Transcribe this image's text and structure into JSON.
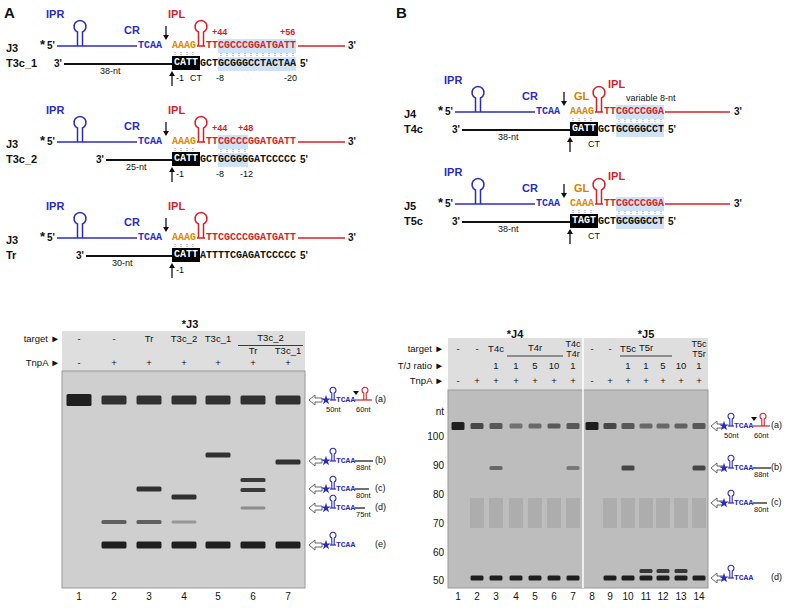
{
  "diagram": {
    "nodes": [
      {
        "text": [
          "CATT"
        ]
      },
      {
        "text": [
          "CATT"
        ]
      },
      {
        "text": [
          "CATT"
        ]
      },
      {
        "text": [
          "GATT"
        ]
      },
      {
        "text": [
          "TAGT"
        ]
      }
    ],
    "labels": [
      "A",
      "J3",
      "T3c_1",
      "IPR",
      "CR",
      "IPL",
      "+44",
      "+56",
      "*",
      "5'",
      "TCAA",
      "AAAG",
      "TTCGCCCGGATGATT",
      "3'",
      "3'",
      "38-nt",
      "GCT",
      "GCGGGCCTACTAA",
      "5'",
      "-1",
      "CT",
      "-8",
      "-20",
      "J3",
      "T3c_2",
      "IPR",
      "CR",
      "IPL",
      "+44",
      "+48",
      "*",
      "5'",
      "TCAA",
      "AAAG",
      "TTCGCCCGGATGATT",
      "3'",
      "3'",
      "25-nt",
      "GCT",
      "GCGGG",
      "GATCCCCC",
      "5'",
      "-1",
      "-8",
      "-12",
      "J3",
      "Tr",
      "IPR",
      "CR",
      "IPL",
      "*",
      "5'",
      "TCAA",
      "AAAG",
      "TTCGCCCGGATGATT",
      "3'",
      "3'",
      "30-nt",
      "ATTTTCGAGATCCCCC",
      "5'",
      "-1",
      "B",
      "J4",
      "T4c",
      "IPR",
      "CR",
      "GL",
      "IPL",
      "variable 8-nt",
      "*",
      "5'",
      "TCAA",
      "AAAG",
      "TTCGCCCGGA",
      "3'",
      "3'",
      "38-nt",
      "GCTGCGGGCCT",
      "5'",
      "CT",
      "J5",
      "T5c",
      "IPR",
      "CR",
      "GL",
      "IPL",
      "*",
      "5'",
      "TCAA",
      "CAAA",
      "TTCGCCCGGA",
      "3'",
      "3'",
      "38-nt",
      "GCTGCGGGCCT",
      "5'",
      "CT",
      "*J3",
      "target ►",
      "TnpA ►",
      "-",
      "-",
      "Tr",
      "T3c_2",
      "T3c_1",
      "T3c_2",
      "Tr",
      "T3c_1",
      "-",
      "+",
      "+",
      "+",
      "+",
      "+",
      "+",
      "1",
      "2",
      "3",
      "4",
      "5",
      "6",
      "7",
      "TCAA",
      "50nt",
      "60nt",
      "(a)",
      "TCAA",
      "88nt",
      "(b)",
      "TCAA",
      "80nt",
      "(c)",
      "TCAA",
      "75nt",
      "(d)",
      "TCAA",
      "(e)",
      "*J4",
      "*J5",
      "target ►",
      "T/J ratio ►",
      "TnpA ►",
      "nt",
      "100",
      "90",
      "80",
      "70",
      "60",
      "50",
      "-",
      "-",
      "T4c",
      "T4r",
      "T4c T4r",
      "-",
      "-",
      "T5c",
      "T5r",
      "T5c T5r",
      "1",
      "1",
      "5",
      "10",
      "1",
      "1",
      "1",
      "5",
      "10",
      "1",
      "-",
      "+",
      "+",
      "+",
      "+",
      "+",
      "+",
      "-",
      "+",
      "+",
      "+",
      "+",
      "+",
      "+",
      "1",
      "2",
      "3",
      "4",
      "5",
      "6",
      "7",
      "8",
      "9",
      "10",
      "11",
      "12",
      "13",
      "14",
      "TCAA",
      "50nt",
      "60nt",
      "(a)",
      "TCAA",
      "88nt",
      "(b)",
      "TCAA",
      "80nt",
      "(c)",
      "TCAA",
      "(d)"
    ]
  }
}
